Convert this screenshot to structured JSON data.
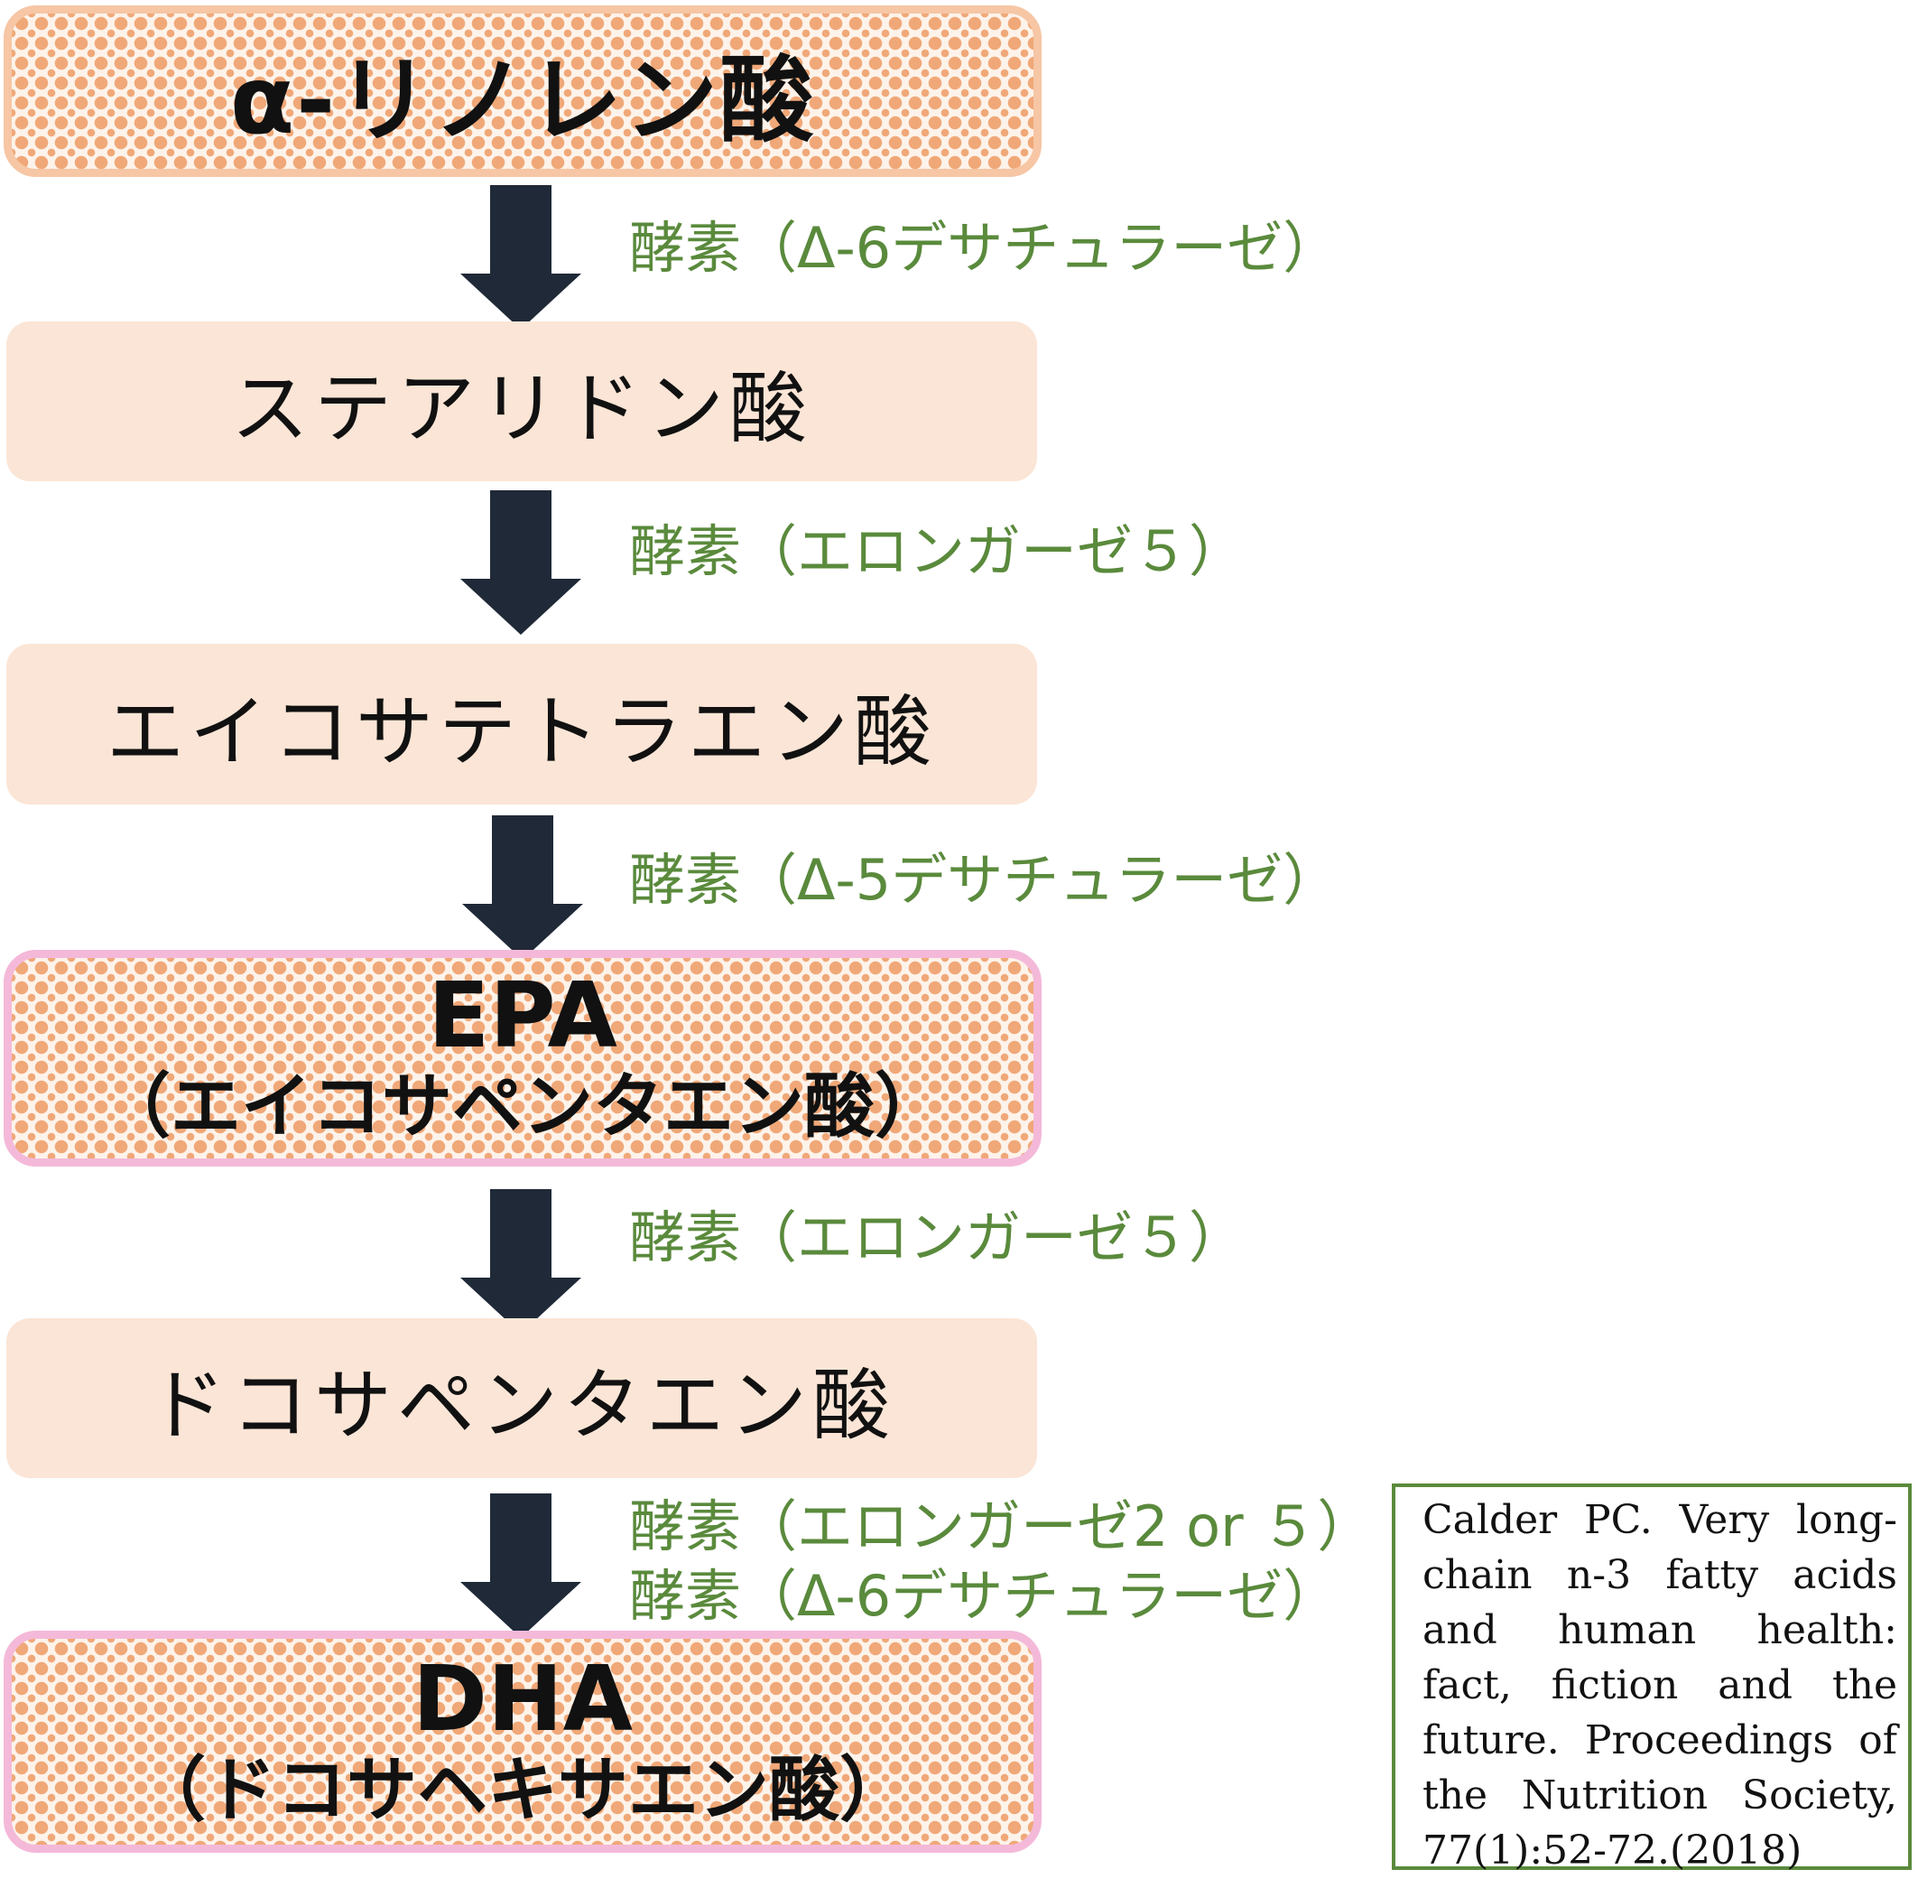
{
  "compounds": {
    "alpha_linolenic": "α-リノレン酸",
    "stearidonic": "ステアリドン酸",
    "eicosatetraenoic": "エイコサテトラエン酸",
    "epa": {
      "abbr": "EPA",
      "name": "（エイコサペンタエン酸）"
    },
    "docosapentaenoic": "ドコサペンタエン酸",
    "dha": {
      "abbr": "DHA",
      "name": "（ドコサヘキサエン酸）"
    }
  },
  "enzymes": {
    "step1": "酵素（Δ-6デサチュラーゼ）",
    "step2": "酵素（エロンガーゼ５）",
    "step3": "酵素（Δ-5デサチュラーゼ）",
    "step4": "酵素（エロンガーゼ５）",
    "step5a": "酵素（エロンガーゼ2 or ５）",
    "step5b": "酵素（Δ-6デサチュラーゼ）"
  },
  "reference": "Calder PC. Very long-chain n-3 fatty acids and human health: fact, fiction and the future. Proceedings of the Nutrition Society, 77(1):52-72.(2018)",
  "colors": {
    "arrow": "#1f2937",
    "enzyme_text": "#5a8a3c",
    "box_fill": "#fbe5d6",
    "pattern_dot": "#f0a878",
    "peach_border": "#f6c6a5",
    "pink_border": "#f4b9d9"
  }
}
